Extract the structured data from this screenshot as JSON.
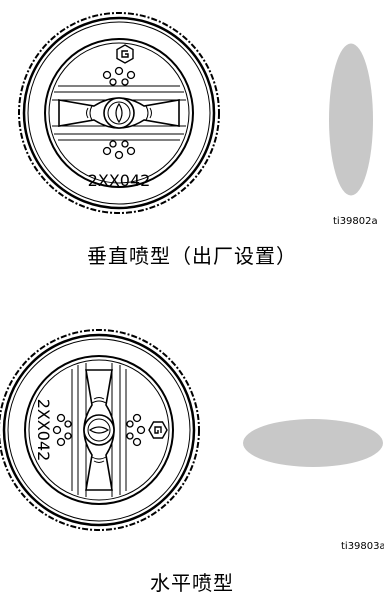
{
  "figures": [
    {
      "part_number": "2XX042",
      "reference_code": "ti39802a",
      "caption": "垂直喷型（出厂设置）",
      "spray_pattern": "vertical",
      "pattern_color": "#c8c8c8"
    },
    {
      "part_number": "2XX042",
      "reference_code": "ti39803a",
      "caption": "水平喷型",
      "spray_pattern": "horizontal",
      "pattern_color": "#c8c8c8"
    }
  ]
}
